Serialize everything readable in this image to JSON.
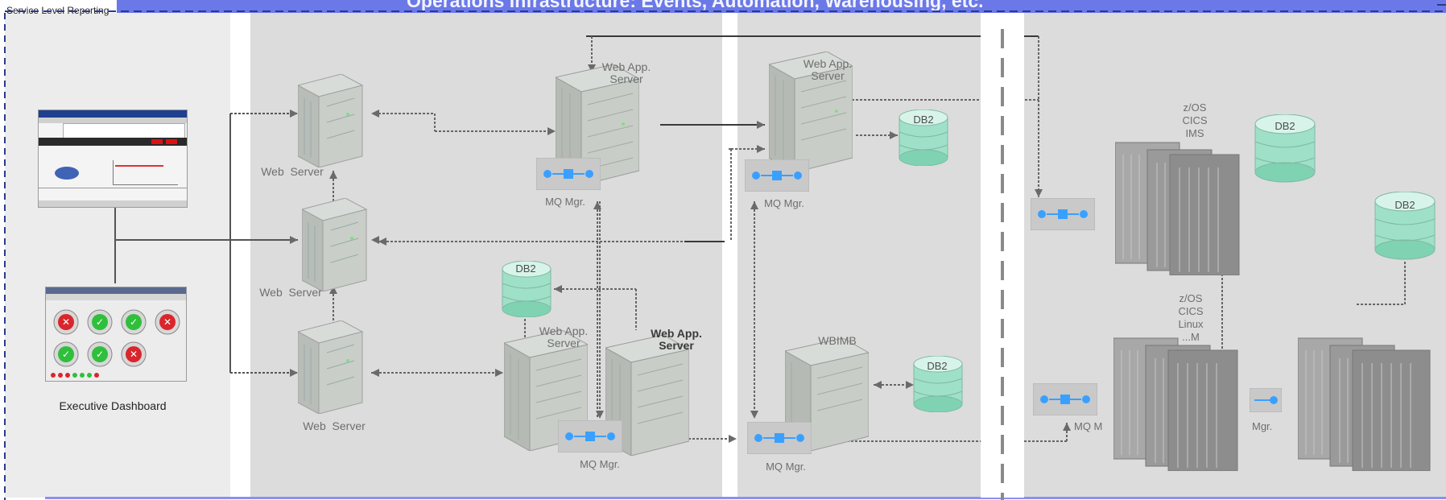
{
  "header": {
    "title": "Operations Infrastructure: Events, Automation, Warehousing, etc.",
    "corner_label": "Service Level Reporting"
  },
  "left_panel": {
    "dashboard_caption": "Executive Dashboard"
  },
  "labels": {
    "web_server": "Web  Server",
    "web_server_bottom": "Web  Server",
    "web_app_server": "Web App.\nServer",
    "mq_mgr": "MQ Mgr.",
    "db2": "DB2",
    "wbimb": "WBIMB",
    "zos_cics_ims": "z/OS\nCICS\nIMS",
    "zos_cics_linux": "z/OS\nCICS\nLinux\n...M",
    "mq_mgr_right_1": "MQ M",
    "mq_mgr_right_2": "Mgr."
  },
  "colors": {
    "header_band": "#6b78e8",
    "panel_gray": "#dcdcdc",
    "panel_light": "#ececec",
    "dashed_border": "#2a3a8c",
    "teal_db": "#7fd3b3",
    "mq_blue": "#3aa0ff"
  }
}
